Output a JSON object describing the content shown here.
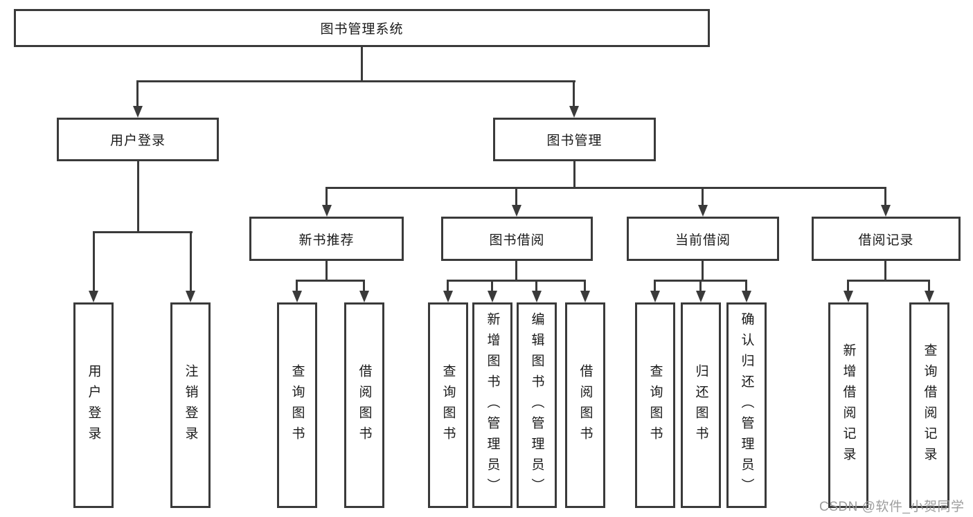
{
  "page": {
    "watermark": "CSDN @软件_小贺同学"
  },
  "colors": {
    "line": "#3a3a3a",
    "text": "#1a1a1a",
    "watermark": "#989898",
    "background": "#ffffff"
  },
  "tree": {
    "root": "图书管理系统",
    "level2": [
      "用户登录",
      "图书管理"
    ],
    "level3": [
      "新书推荐",
      "图书借阅",
      "当前借阅",
      "借阅记录"
    ],
    "leaves": {
      "user_login": [
        "用户登录",
        "注销登录"
      ],
      "new_books": [
        "查询图书",
        "借阅图书"
      ],
      "book_borrow": [
        "查询图书",
        "新增图书（管理员）",
        "编辑图书（管理员）",
        "借阅图书"
      ],
      "current_borrow": [
        "查询图书",
        "归还图书",
        "确认归还（管理员）"
      ],
      "borrow_records": [
        "新增借阅记录",
        "查询借阅记录"
      ]
    }
  }
}
